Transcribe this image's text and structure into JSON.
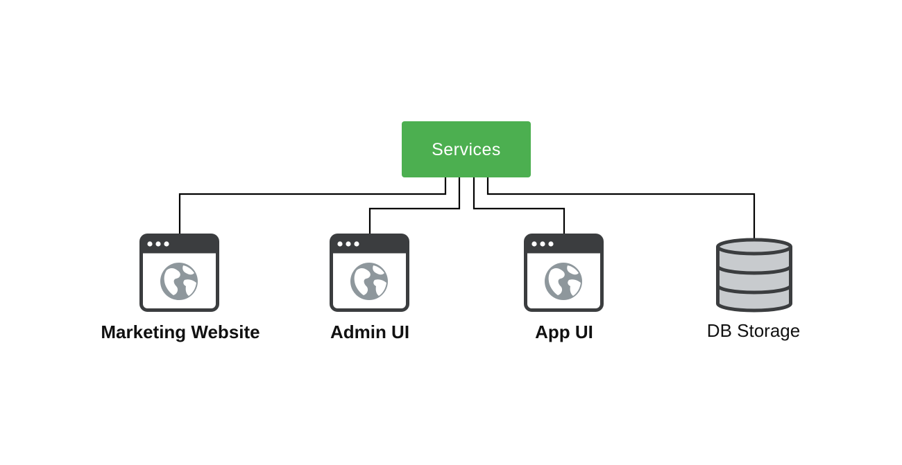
{
  "services": {
    "label": "Services",
    "color": "#4caf50"
  },
  "nodes": [
    {
      "label": "Marketing Website",
      "icon": "browser-globe-icon"
    },
    {
      "label": "Admin UI",
      "icon": "browser-globe-icon"
    },
    {
      "label": "App UI",
      "icon": "browser-globe-icon"
    },
    {
      "label": "DB Storage",
      "icon": "database-icon"
    }
  ],
  "colors": {
    "icon_dark": "#3b3d3f",
    "icon_fill": "#c8cbce",
    "globe": "#8e979c",
    "line": "#000000"
  }
}
